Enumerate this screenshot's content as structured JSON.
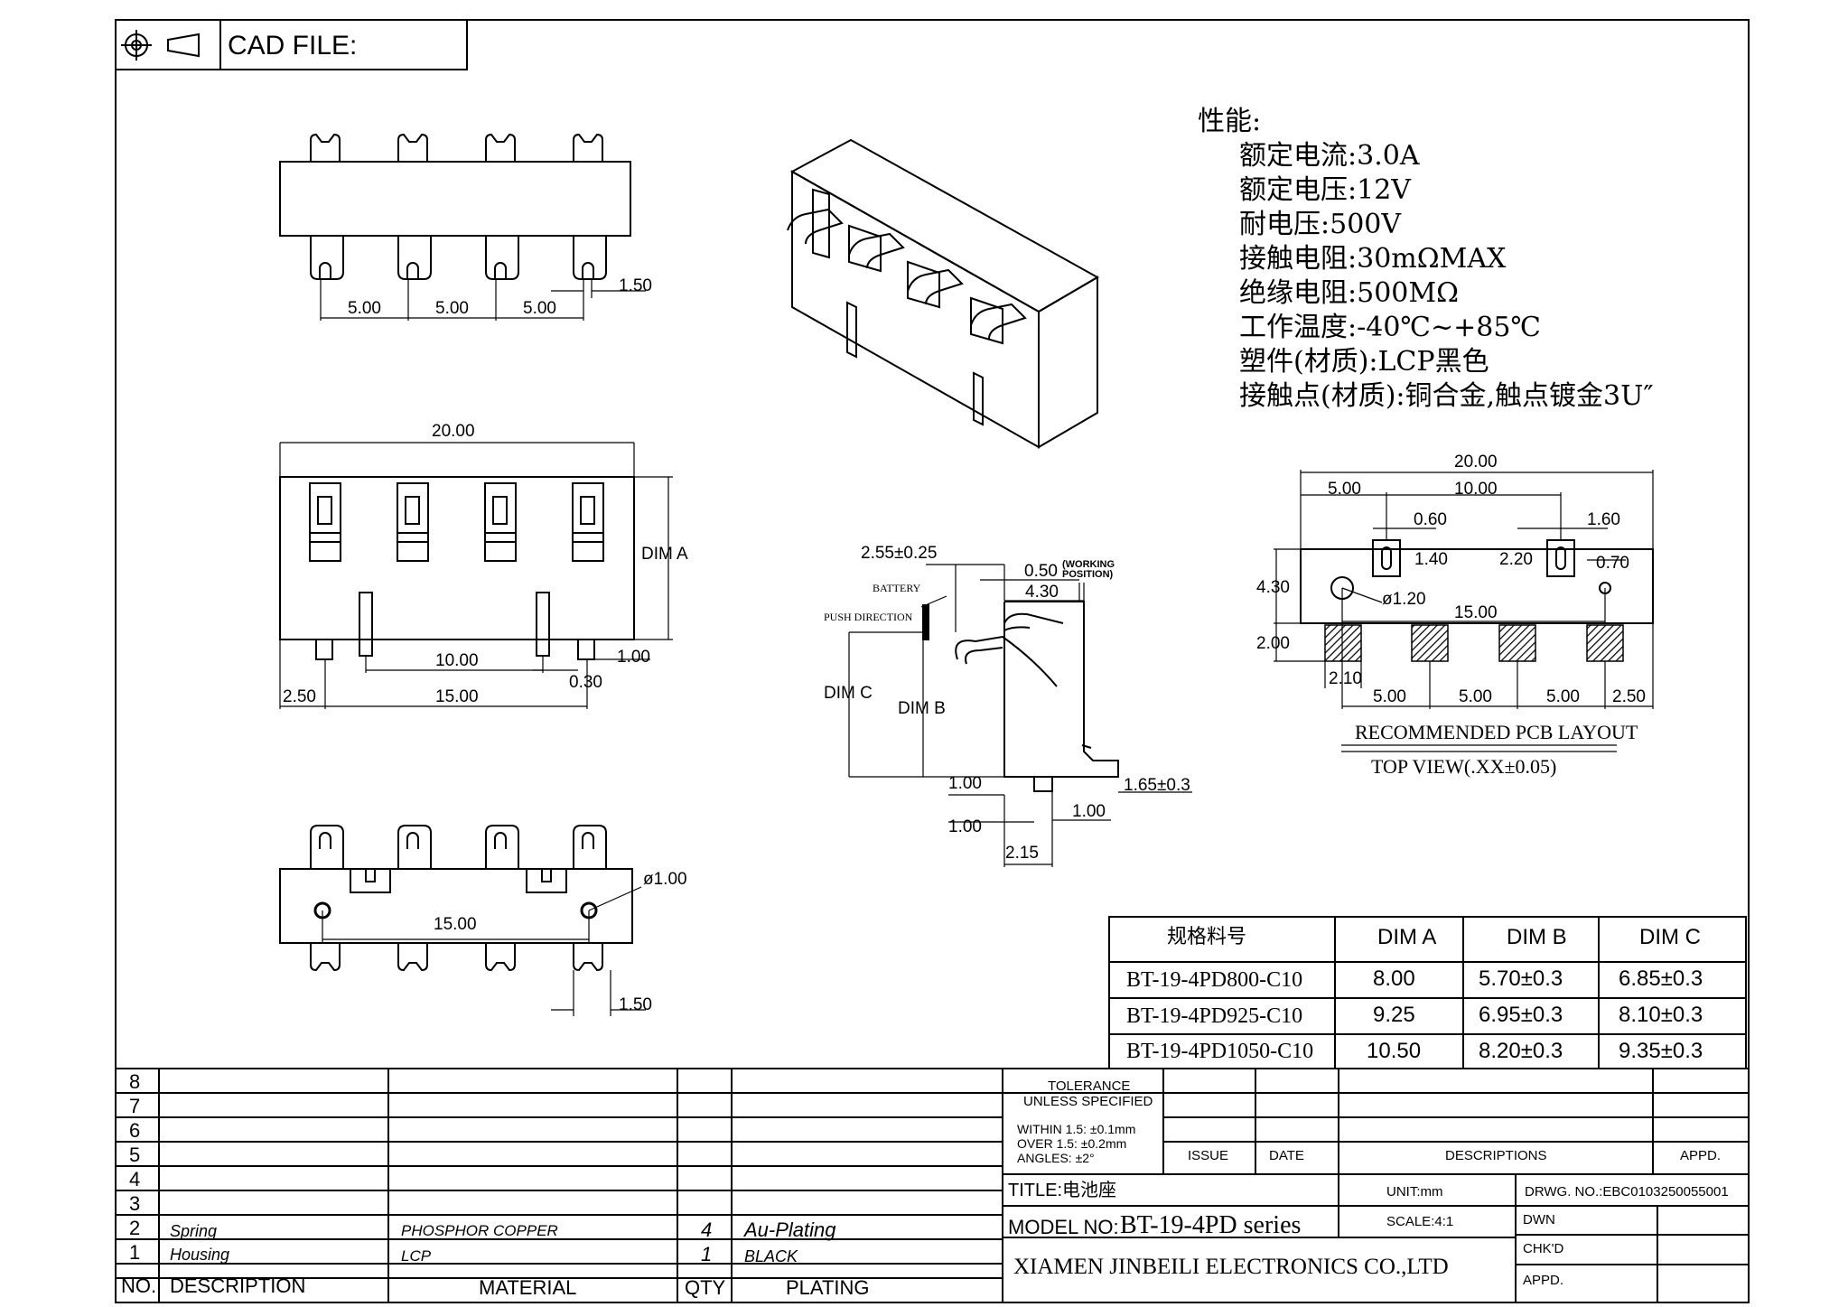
{
  "header": {
    "cad_label": "CAD FILE:"
  },
  "performance": {
    "title": "性能:",
    "items": [
      "额定电流:3.0A",
      "额定电压:12V",
      "耐电压:500V",
      "接触电阻:30mΩMAX",
      "绝缘电阻:500MΩ",
      "工作温度:-40℃~+85℃",
      "塑件(材质):LCP黑色",
      "接触点(材质):铜合金,触点镀金3U″"
    ]
  },
  "top_view_dims": {
    "p1": "5.00",
    "p2": "5.00",
    "p3": "5.00",
    "w": "1.50"
  },
  "front_view_dims": {
    "width": "20.00",
    "dim_a": "DIM A",
    "d10": "10.00",
    "d100": "1.00",
    "d030": "0.30",
    "d250": "2.50",
    "d15": "15.00"
  },
  "bottom_view_dims": {
    "hole": "ø1.00",
    "d15": "15.00",
    "w": "1.50"
  },
  "side_view": {
    "d255": "2.55±0.25",
    "battery": "BATTERY",
    "push": "PUSH DIRECTION",
    "d050": "0.50",
    "working": "(WORKING",
    "position": "POSITION)",
    "d430": "4.30",
    "dim_c": "DIM C",
    "dim_b": "DIM B",
    "d100a": "1.00",
    "d165": "1.65±0.3",
    "d100b": "1.00",
    "d100c": "1.00",
    "d215": "2.15"
  },
  "pcb_layout": {
    "d20": "20.00",
    "d5": "5.00",
    "d10": "10.00",
    "d060": "0.60",
    "d160": "1.60",
    "d140": "1.40",
    "d220": "2.20",
    "d070": "0.70",
    "d430": "4.30",
    "d120": "ø1.20",
    "d15": "15.00",
    "d200": "2.00",
    "d210": "2.10",
    "b1": "5.00",
    "b2": "5.00",
    "b3": "5.00",
    "b4": "2.50",
    "title": "RECOMMENDED PCB LAYOUT",
    "subtitle": "TOP VIEW(.XX±0.05)"
  },
  "spec_table": {
    "headers": [
      "规格料号",
      "DIM A",
      "DIM B",
      "DIM C"
    ],
    "rows": [
      [
        "BT-19-4PD800-C10",
        "8.00",
        "5.70±0.3",
        "6.85±0.3"
      ],
      [
        "BT-19-4PD925-C10",
        "9.25",
        "6.95±0.3",
        "8.10±0.3"
      ],
      [
        "BT-19-4PD1050-C10",
        "10.50",
        "8.20±0.3",
        "9.35±0.3"
      ]
    ]
  },
  "bom": {
    "row_numbers": [
      "8",
      "7",
      "6",
      "5",
      "4",
      "3",
      "2",
      "1"
    ],
    "row2": {
      "description": "Spring",
      "material": "PHOSPHOR COPPER",
      "qty": "4",
      "plating": "Au-Plating"
    },
    "row1": {
      "description": "Housing",
      "material": "LCP",
      "qty": "1",
      "plating": "BLACK"
    },
    "headers": {
      "no": "NO.",
      "description": "DESCRIPTION",
      "material": "MATERIAL",
      "qty": "QTY",
      "plating": "PLATING"
    }
  },
  "title_block": {
    "tolerance1": "TOLERANCE",
    "tolerance2": "UNLESS SPECIFIED",
    "within": "WITHIN 1.5: ±0.1mm",
    "over": "OVER 1.5: ±0.2mm",
    "angles": "ANGLES: ±2°",
    "issue": "ISSUE",
    "date": "DATE",
    "descriptions": "DESCRIPTIONS",
    "appd": "APPD.",
    "title": "TITLE:电池座",
    "unit": "UNIT:mm",
    "drwg": "DRWG. NO.:EBC0103250055001",
    "model": "MODEL NO:",
    "model_value": "BT-19-4PD series",
    "scale": "SCALE:4:1",
    "dwn": "DWN",
    "chkd": "CHK'D",
    "appd2": "APPD.",
    "company": "XIAMEN JINBEILI ELECTRONICS CO.,LTD"
  }
}
